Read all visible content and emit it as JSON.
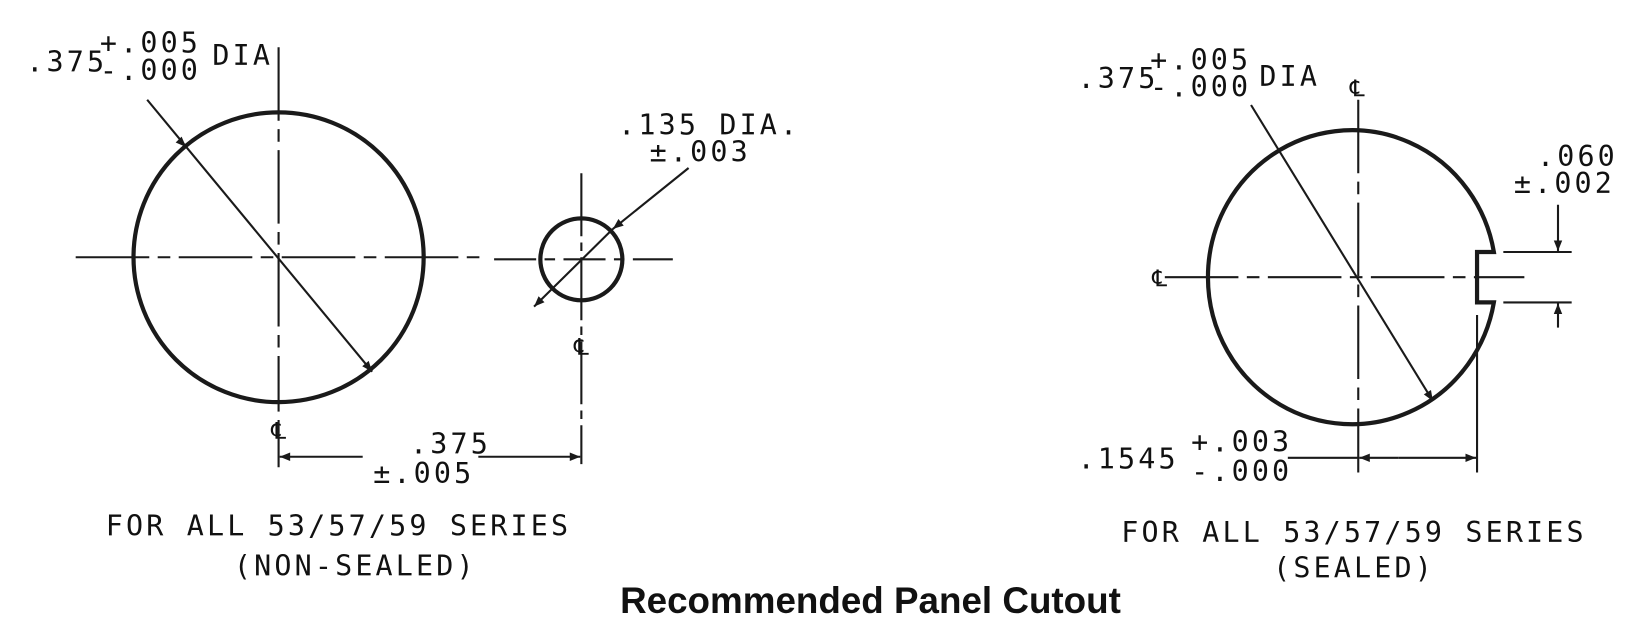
{
  "title": "Recommended Panel Cutout",
  "centerline_symbol": "℄",
  "non_sealed": {
    "main_hole_dim": ".375",
    "main_hole_tol_plus": "+.005",
    "main_hole_tol_minus": "-.000",
    "main_hole_suffix": "DIA",
    "small_hole_dim": ".135 DIA.",
    "small_hole_tol": "±.003",
    "spacing_dim": ".375",
    "spacing_tol": "±.005",
    "caption_line1": "FOR ALL 53/57/59 SERIES",
    "caption_line2": "(NON-SEALED)"
  },
  "sealed": {
    "main_hole_dim": ".375",
    "main_hole_tol_plus": "+.005",
    "main_hole_tol_minus": "-.000",
    "main_hole_suffix": "DIA",
    "notch_width_dim": ".060",
    "notch_width_tol": "±.002",
    "notch_offset_dim": ".1545",
    "notch_offset_tol_plus": "+.003",
    "notch_offset_tol_minus": "-.000",
    "caption_line1": "FOR ALL 53/57/59 SERIES",
    "caption_line2": "(SEALED)"
  }
}
